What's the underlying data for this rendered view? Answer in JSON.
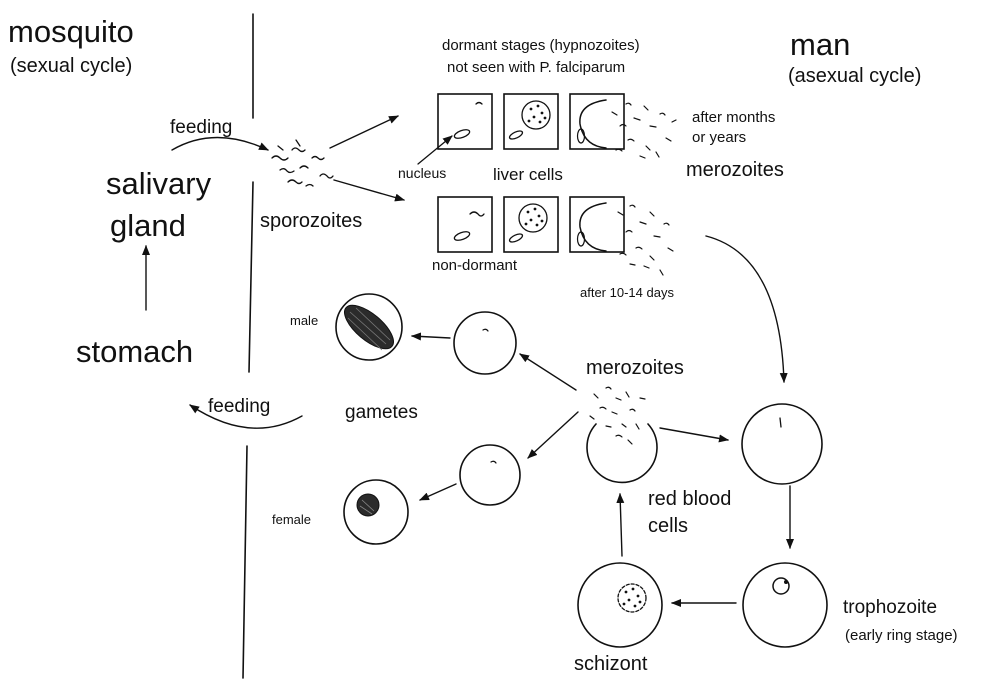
{
  "host_left": {
    "title": "mosquito",
    "subtitle": "(sexual cycle)"
  },
  "host_right": {
    "title": "man",
    "subtitle": "(asexual cycle)"
  },
  "labels": {
    "feeding_top": "feeding",
    "feeding_bottom": "feeding",
    "salivary": "salivary",
    "gland": "gland",
    "stomach": "stomach",
    "sporozoites": "sporozoites",
    "dormant_line1": "dormant stages (hypnozoites)",
    "dormant_line2": "not seen with P. falciparum",
    "nucleus": "nucleus",
    "liver_cells": "liver cells",
    "after_months_line1": "after months",
    "after_months_line2": "or years",
    "merozoites_liver": "merozoites",
    "non_dormant": "non-dormant",
    "after_days": "after 10-14 days",
    "male": "male",
    "female": "female",
    "gametes": "gametes",
    "merozoites_blood": "merozoites",
    "red_blood_line1": "red blood",
    "red_blood_line2": "cells",
    "trophozoite": "trophozoite",
    "early_ring": "(early ring stage)",
    "schizont": "schizont"
  }
}
